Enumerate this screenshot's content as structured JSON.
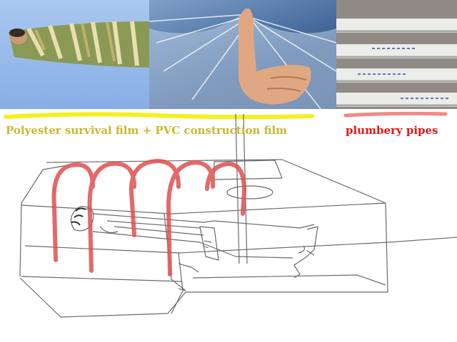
{
  "photos": [
    {
      "name": "survival-blanket-photo"
    },
    {
      "name": "stretch-film-photo"
    },
    {
      "name": "pvc-pipes-photo"
    }
  ],
  "labels": {
    "film": "Polyester survival film + PVC construction film",
    "pipes": "plumbery pipes"
  },
  "colors": {
    "film_label": "#c8b830",
    "pipes_label": "#e01818",
    "film_underline": "#f5f020",
    "pipes_underline": "#f08a8a",
    "arch": "#e05050",
    "pencil": "#6a6a6a"
  }
}
